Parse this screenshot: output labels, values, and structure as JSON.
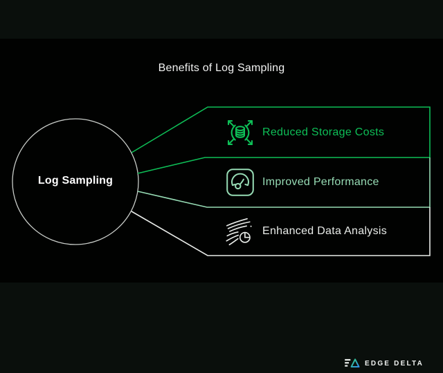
{
  "title": "Benefits of Log Sampling",
  "diagram": {
    "center_node": {
      "label": "Log Sampling"
    },
    "benefits": [
      {
        "label": "Reduced Storage Costs",
        "icon": "database-shrink-icon",
        "color": "#0EBF57"
      },
      {
        "label": "Improved Performance",
        "icon": "gauge-icon",
        "color": "#97DCB5"
      },
      {
        "label": "Enhanced Data Analysis",
        "icon": "data-flow-clock-icon",
        "color": "#E9ECE9"
      }
    ]
  },
  "footer": {
    "brand": "EDGE DELTA"
  },
  "colors": {
    "background_outer": "#0A0F0C",
    "background_slide": "#010201",
    "accent_green": "#0EBF57",
    "accent_mint": "#97DCB5",
    "neutral_light": "#E9ECE9",
    "circle_stroke": "#C9CDC9",
    "logo_gradient_start": "#35D07A",
    "logo_gradient_end": "#2F8CF0"
  }
}
